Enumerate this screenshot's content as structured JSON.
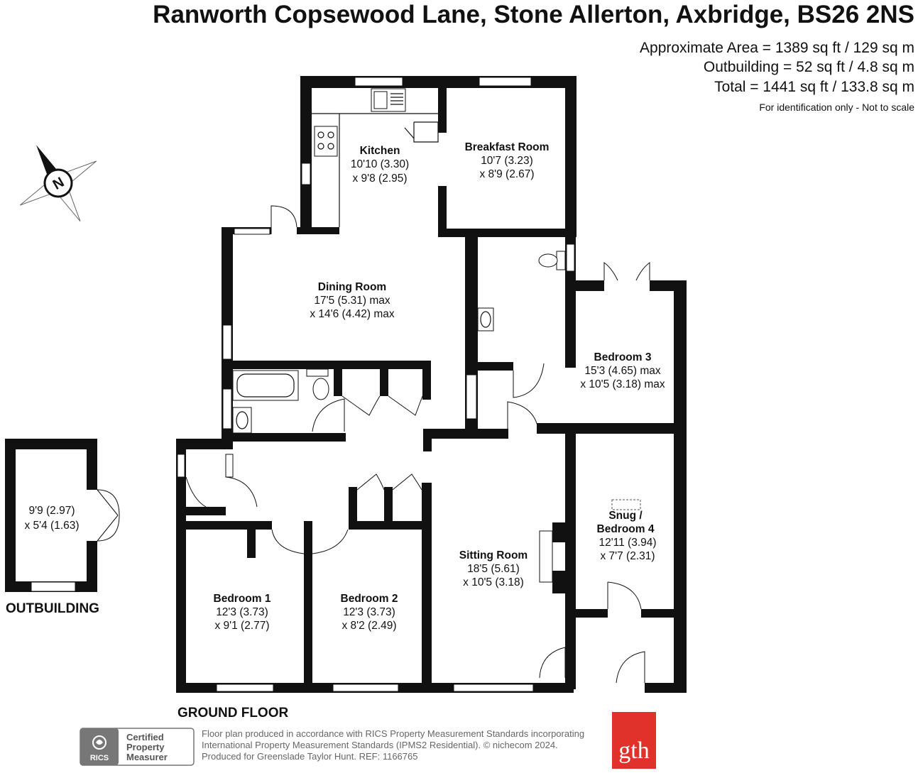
{
  "header": {
    "address": "Ranworth Copsewood Lane, Stone Allerton, Axbridge, BS26 2NS",
    "area_lines": [
      "Approximate Area = 1389 sq ft / 129 sq m",
      "Outbuilding = 52 sq ft / 4.8 sq m",
      "Total = 1441 sq ft / 133.8 sq m"
    ],
    "disclaimer": "For identification only - Not to scale"
  },
  "compass": {
    "label": "N"
  },
  "rooms": {
    "kitchen": {
      "name": "Kitchen",
      "dim1": "10'10 (3.30)",
      "dim2": "x 9'8 (2.95)"
    },
    "breakfast": {
      "name": "Breakfast Room",
      "dim1": "10'7 (3.23)",
      "dim2": "x 8'9 (2.67)"
    },
    "dining": {
      "name": "Dining Room",
      "dim1": "17'5 (5.31) max",
      "dim2": "x 14'6 (4.42) max"
    },
    "bedroom3": {
      "name": "Bedroom 3",
      "dim1": "15'3 (4.65) max",
      "dim2": "x 10'5 (3.18) max"
    },
    "snug": {
      "name1": "Snug /",
      "name2": "Bedroom 4",
      "dim1": "12'11 (3.94)",
      "dim2": "x 7'7 (2.31)"
    },
    "sitting": {
      "name": "Sitting Room",
      "dim1": "18'5 (5.61)",
      "dim2": "x 10'5 (3.18)"
    },
    "bedroom1": {
      "name": "Bedroom 1",
      "dim1": "12'3 (3.73)",
      "dim2": "x 9'1 (2.77)"
    },
    "bedroom2": {
      "name": "Bedroom 2",
      "dim1": "12'3 (3.73)",
      "dim2": "x 8'2 (2.49)"
    },
    "outbuilding": {
      "dim1": "9'9 (2.97)",
      "dim2": "x 5'4 (1.63)"
    }
  },
  "labels": {
    "outbuilding": "OUTBUILDING",
    "ground_floor": "GROUND FLOOR"
  },
  "footer": {
    "rics_short": "RICS",
    "badge": [
      "Certified",
      "Property",
      "Measurer"
    ],
    "lines": [
      "Floor plan produced in accordance with RICS Property Measurement Standards incorporating",
      "International Property Measurement Standards (IPMS2 Residential).   © nichecom 2024.",
      "Produced for Greenslade Taylor Hunt.   REF:  1166765"
    ],
    "logo": "gth",
    "logo_color": "#e0312b"
  }
}
